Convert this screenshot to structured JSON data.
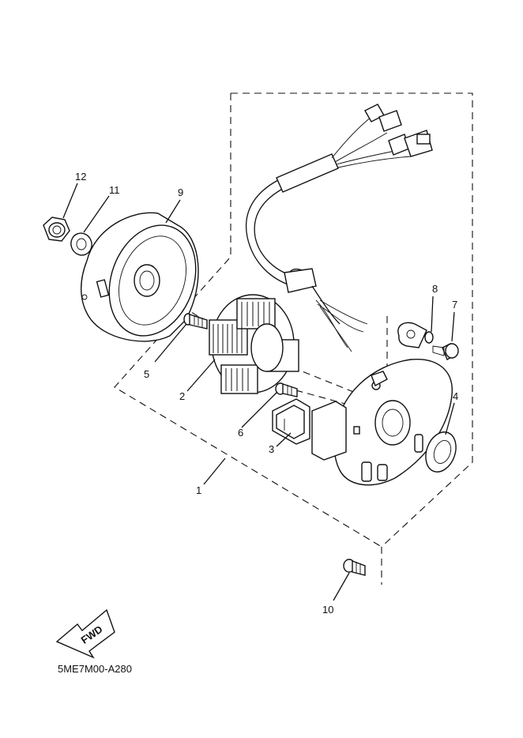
{
  "diagram_code": "5ME7M00-A280",
  "direction_badge": "FWD",
  "callouts": {
    "c1": "1",
    "c2": "2",
    "c3": "3",
    "c4": "4",
    "c5": "5",
    "c6": "6",
    "c7": "7",
    "c8": "8",
    "c9": "9",
    "c10": "10",
    "c11": "11",
    "c12": "12"
  }
}
